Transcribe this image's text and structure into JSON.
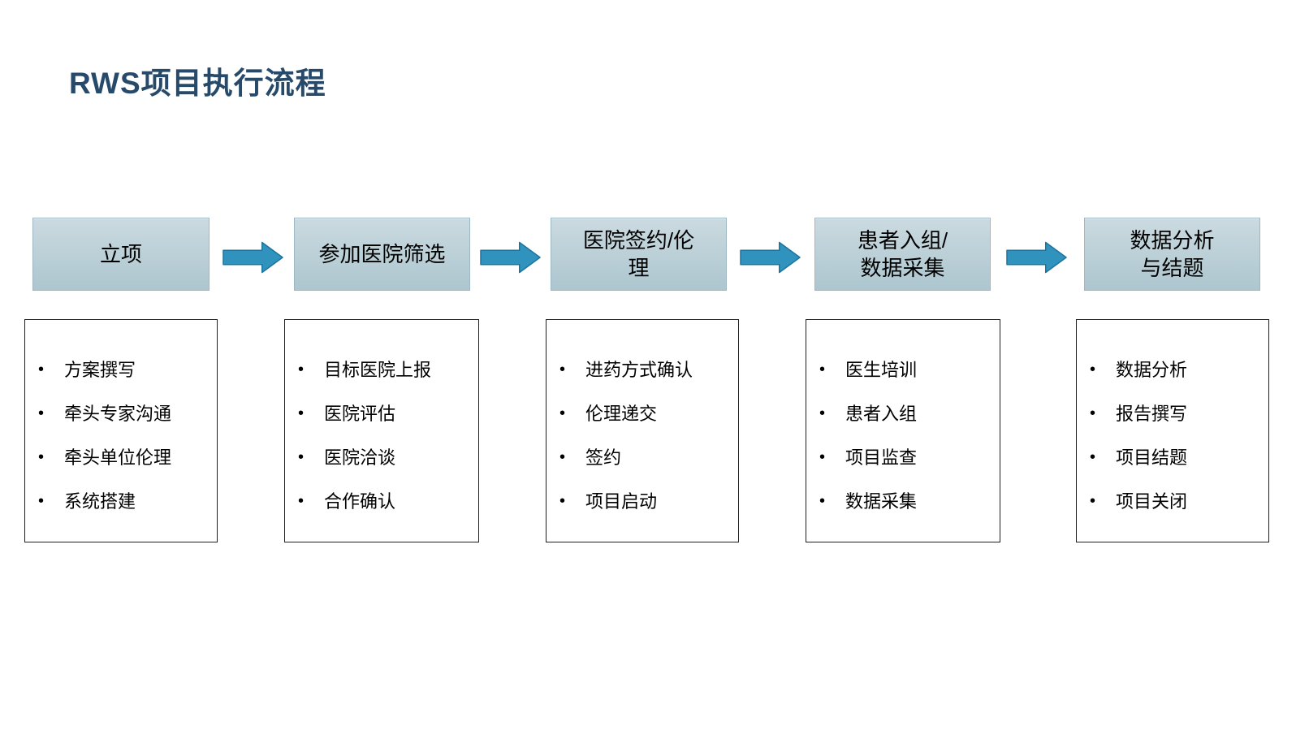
{
  "title": "RWS项目执行流程",
  "bullet": "•",
  "colors": {
    "title_text": "#274A6A",
    "stage_box_fill_top": "#cbdae0",
    "stage_box_fill_bottom": "#adc6cf",
    "stage_box_border": "#9db8c3",
    "arrow_fill": "#3093be",
    "arrow_border": "#1e739e",
    "detail_box_border": "#1f1f1f",
    "body_text": "#000000"
  },
  "stages": [
    {
      "label": "立项",
      "items": [
        "方案撰写",
        "牵头专家沟通",
        "牵头单位伦理",
        "系统搭建"
      ]
    },
    {
      "label": "参加医院筛选",
      "items": [
        "目标医院上报",
        "医院评估",
        "医院洽谈",
        "合作确认"
      ]
    },
    {
      "label": "医院签约/伦\n理",
      "items": [
        "进药方式确认",
        "伦理递交",
        "签约",
        "项目启动"
      ]
    },
    {
      "label": "患者入组/\n数据采集",
      "items": [
        "医生培训",
        "患者入组",
        "项目监查",
        "数据采集"
      ]
    },
    {
      "label": "数据分析\n与结题",
      "items": [
        "数据分析",
        "报告撰写",
        "项目结题",
        "项目关闭"
      ]
    }
  ]
}
